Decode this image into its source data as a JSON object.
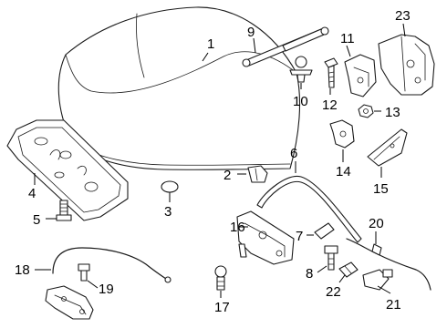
{
  "diagram": {
    "background": "#ffffff",
    "line_color": "#1a1a1a",
    "callouts": [
      {
        "number": "1",
        "part": "hood panel"
      },
      {
        "number": "2",
        "part": "bumper"
      },
      {
        "number": "3",
        "part": "plug"
      },
      {
        "number": "4",
        "part": "hood insulator"
      },
      {
        "number": "5",
        "part": "bumper screw"
      },
      {
        "number": "6",
        "part": "weatherstrip"
      },
      {
        "number": "7",
        "part": "clip"
      },
      {
        "number": "8",
        "part": "bolt"
      },
      {
        "number": "9",
        "part": "support strut"
      },
      {
        "number": "10",
        "part": "ball stud"
      },
      {
        "number": "11",
        "part": "hinge"
      },
      {
        "number": "12",
        "part": "bolt"
      },
      {
        "number": "13",
        "part": "nut"
      },
      {
        "number": "14",
        "part": "bracket"
      },
      {
        "number": "15",
        "part": "bracket"
      },
      {
        "number": "16",
        "part": "latch"
      },
      {
        "number": "17",
        "part": "bolt"
      },
      {
        "number": "18",
        "part": "release cable"
      },
      {
        "number": "19",
        "part": "bolt"
      },
      {
        "number": "20",
        "part": "cable"
      },
      {
        "number": "21",
        "part": "handle"
      },
      {
        "number": "22",
        "part": "bracket"
      },
      {
        "number": "23",
        "part": "hinge"
      }
    ]
  }
}
